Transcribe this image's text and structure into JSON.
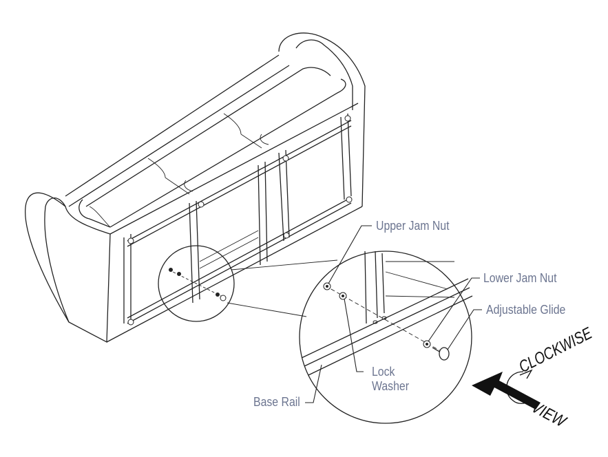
{
  "labels": {
    "upper_jam_nut": "Upper Jam Nut",
    "lower_jam_nut": "Lower Jam Nut",
    "adjustable_glide": "Adjustable Glide",
    "lock_washer_line1": "Lock",
    "lock_washer_line2": "Washer",
    "base_rail": "Base Rail"
  },
  "direction": {
    "rotation": "CLOCKWISE",
    "view": "VIEW"
  },
  "colors": {
    "label_text": "#6c7590",
    "line_art": "#222222"
  }
}
